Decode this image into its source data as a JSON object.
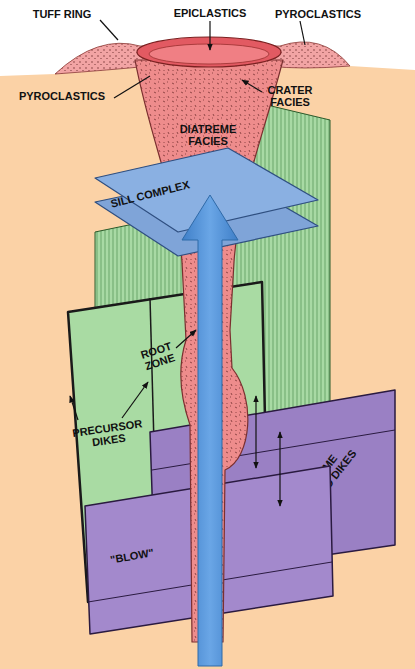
{
  "diagram": {
    "nodes": [
      {
        "text": [
          "DIATREME FACIES"
        ]
      },
      {
        "text": [
          "SILL COMPLEX"
        ]
      },
      {
        "text": [
          "PRECURSOR DIKES"
        ]
      },
      {
        "text": [
          "\"BLOW\""
        ]
      },
      {
        "text": [
          "DIATREME RELATED DIKES"
        ]
      }
    ],
    "labels": [
      "TUFF RING",
      "EPICLASTICS",
      "PYROCLASTICS",
      "PYROCLASTICS",
      "CRATER FACIES",
      "ROOT ZONE"
    ]
  }
}
